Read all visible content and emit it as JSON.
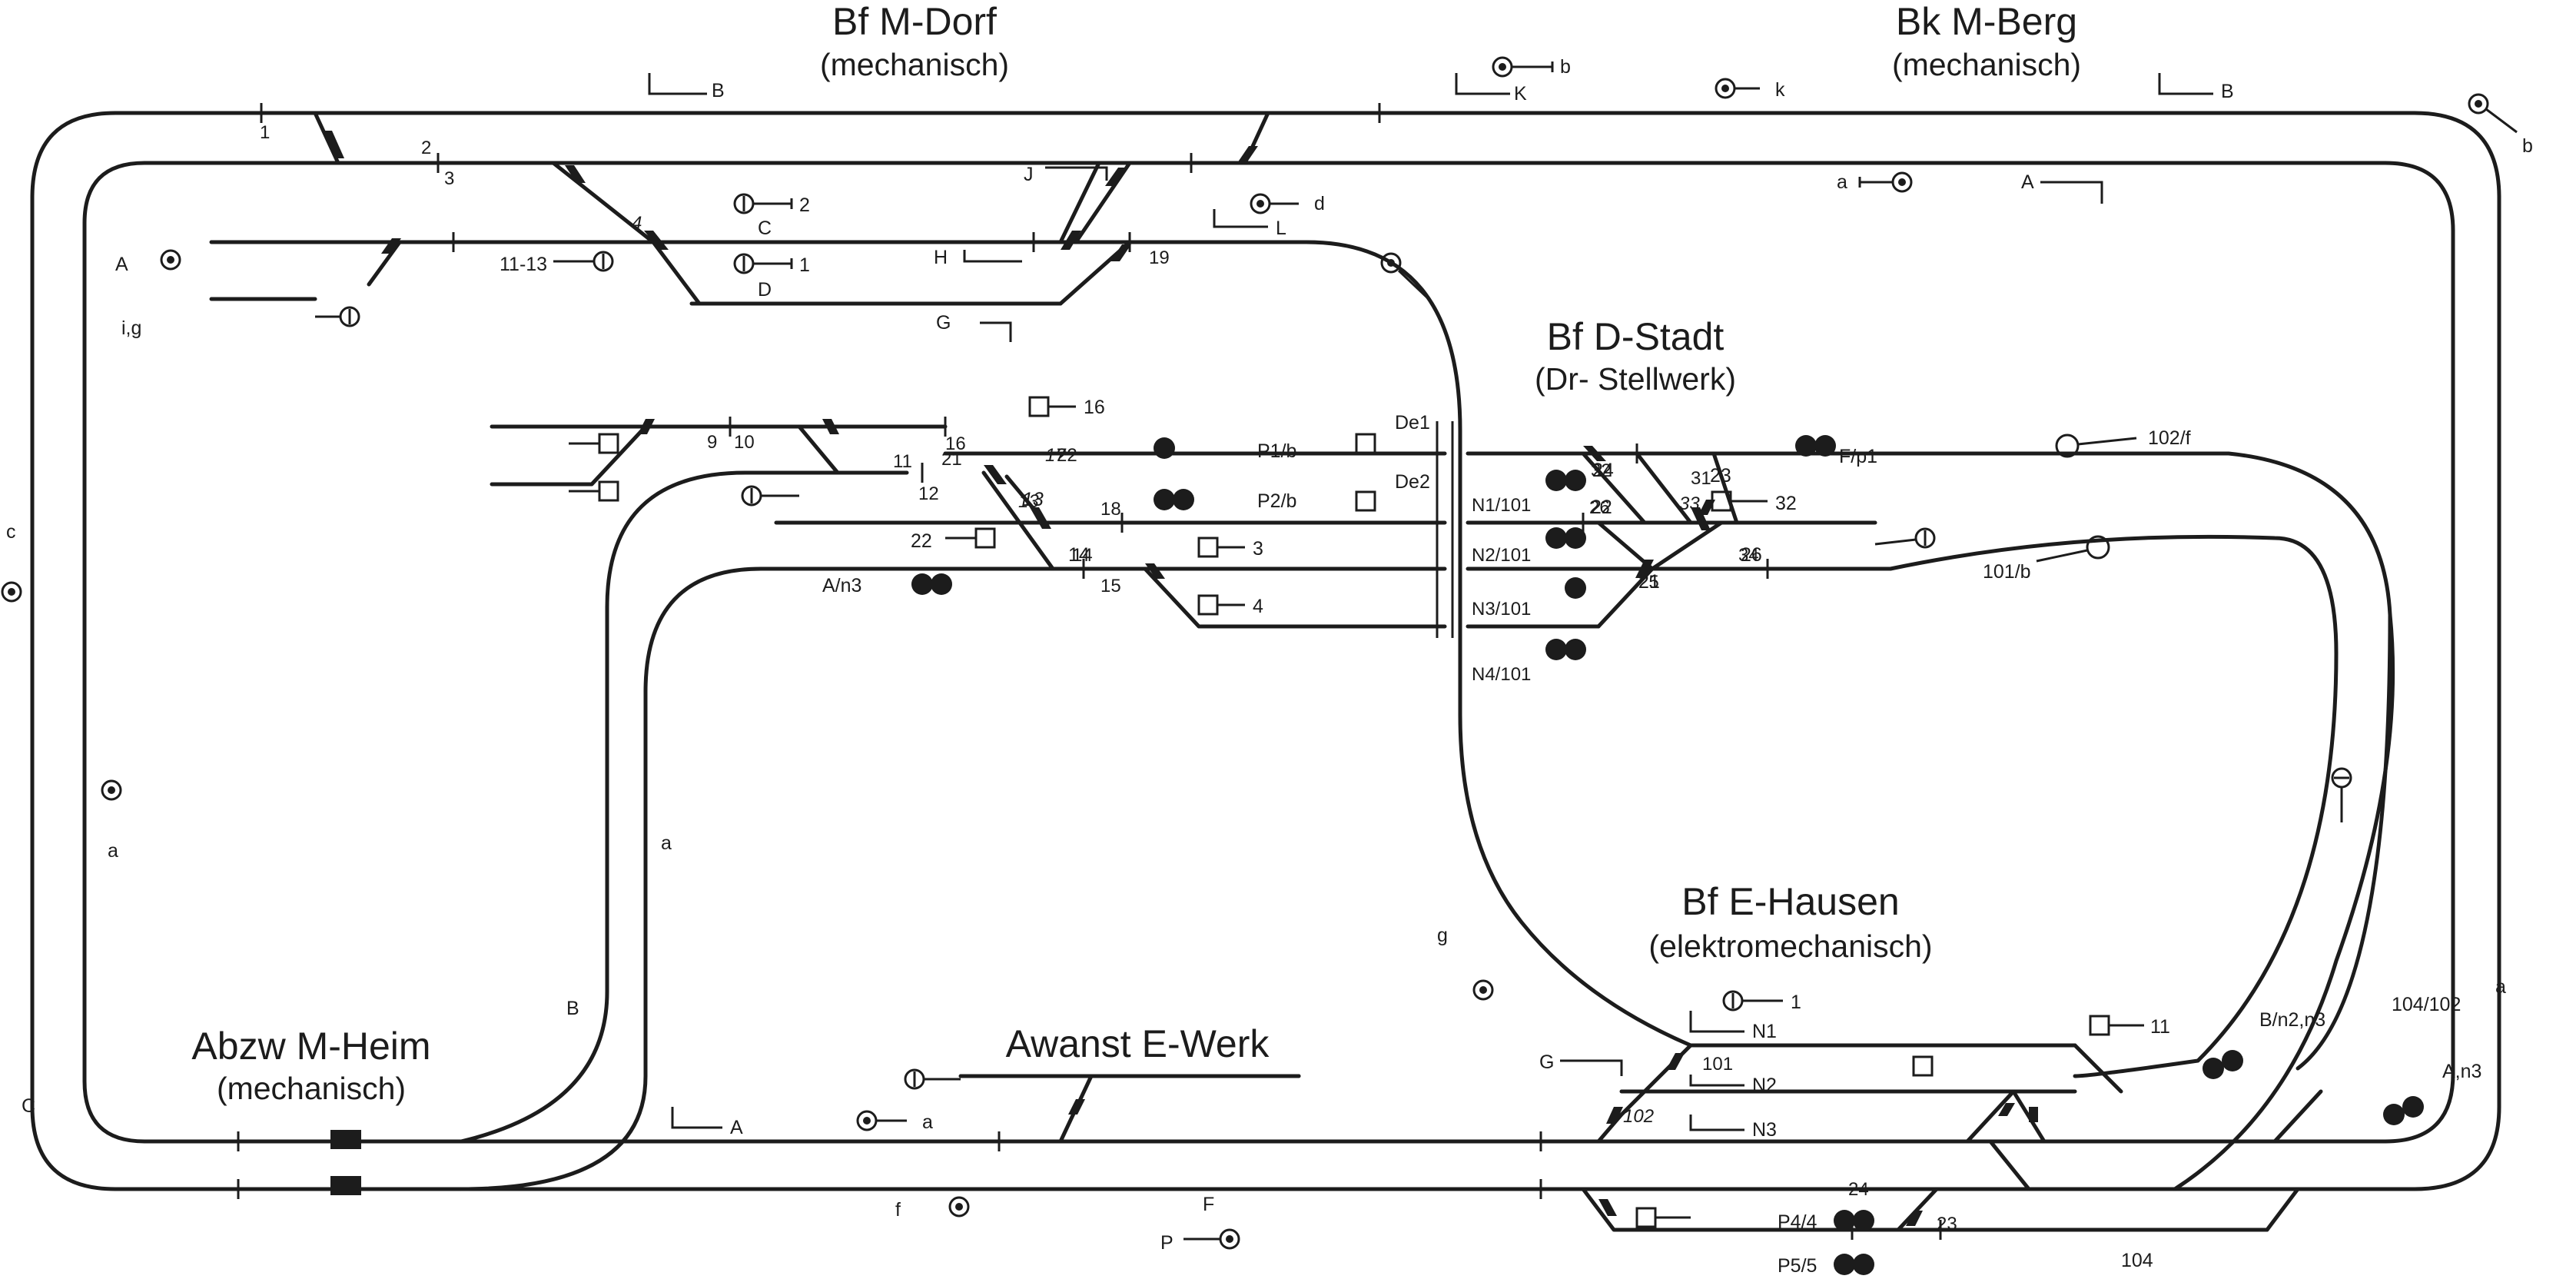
{
  "stations": {
    "m_dorf": {
      "name": "Bf M-Dorf",
      "kind": "(mechanisch)"
    },
    "m_berg": {
      "name": "Bk M-Berg",
      "kind": "(mechanisch)"
    },
    "d_stadt": {
      "name": "Bf D-Stadt",
      "kind": "(Dr- Stellwerk)"
    },
    "e_hausen": {
      "name": "Bf E-Hausen",
      "kind": "(elektromechanisch)"
    },
    "m_heim": {
      "name": "Abzw M-Heim",
      "kind": "(mechanisch)"
    },
    "e_werk": {
      "name": "Awanst E-Werk",
      "kind": ""
    }
  },
  "signals_m_dorf": [
    "B",
    "b",
    "K",
    "k",
    "C",
    "2",
    "1",
    "D",
    "H",
    "G",
    "J",
    "L",
    "d",
    "11-13",
    "A",
    "i,g"
  ],
  "signals_m_berg": [
    "B",
    "b",
    "a",
    "A"
  ],
  "signals_d_stadt": [
    "16",
    "P1/b",
    "P2/b",
    "De1",
    "De2",
    "3",
    "4",
    "22",
    "13",
    "14",
    "A/n3",
    "N1/101",
    "N2/101",
    "N3/101",
    "N4/101",
    "24",
    "22",
    "32",
    "F/p1",
    "102/f",
    "101/b",
    "23",
    "21",
    "26",
    "a"
  ],
  "signals_e_hausen": [
    "1",
    "N1",
    "N2",
    "N3",
    "G",
    "11",
    "B/n2,n3",
    "104/102",
    "A,n3",
    "a",
    "P4/4",
    "P5/5",
    "104",
    "g"
  ],
  "signals_m_heim": [
    "c",
    "a",
    "B",
    "C"
  ],
  "signals_e_werk": [
    "A",
    "a",
    "f",
    "F",
    "P"
  ],
  "points": [
    "1",
    "2",
    "3",
    "4",
    "9",
    "10",
    "11",
    "12",
    "13",
    "14",
    "15",
    "16",
    "17",
    "18",
    "19",
    "21",
    "22",
    "23",
    "24",
    "25",
    "26",
    "31",
    "32",
    "33",
    "34",
    "101",
    "102"
  ]
}
